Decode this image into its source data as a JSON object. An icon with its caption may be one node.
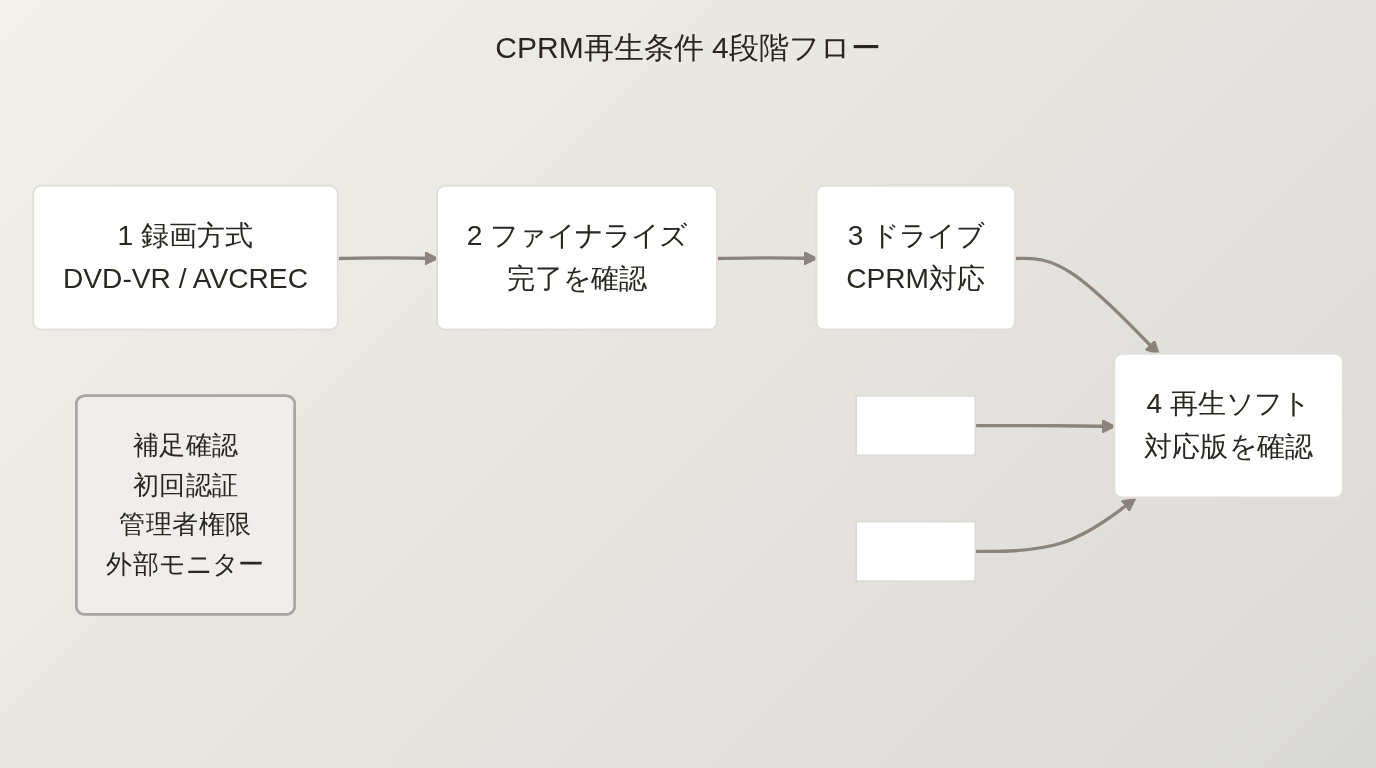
{
  "diagram": {
    "title": "CPRM再生条件 4段階フロー",
    "nodes": [
      {
        "text": [
          "1 録画方式",
          "DVD-VR / AVCREC"
        ]
      },
      {
        "text": [
          "2 ファイナライズ",
          "完了を確認"
        ]
      },
      {
        "text": [
          "3 ドライブ",
          "CPRM対応"
        ]
      },
      {
        "text": [
          "4 再生ソフト",
          "対応版を確認"
        ]
      },
      {
        "text": [],
        "shape": "box"
      },
      {
        "text": [],
        "shape": "box"
      },
      {
        "text": [
          "補足確認",
          "初回認証",
          "管理者権限",
          "外部モニター"
        ]
      }
    ],
    "edges": [
      {
        "from": 0,
        "to": 1,
        "arrow": "to"
      },
      {
        "from": 1,
        "to": 2,
        "arrow": "to"
      },
      {
        "from": 2,
        "to": 3,
        "arrow": "to"
      },
      {
        "from": 4,
        "to": 3,
        "arrow": "to"
      },
      {
        "from": 5,
        "to": 3,
        "arrow": "to"
      }
    ]
  }
}
